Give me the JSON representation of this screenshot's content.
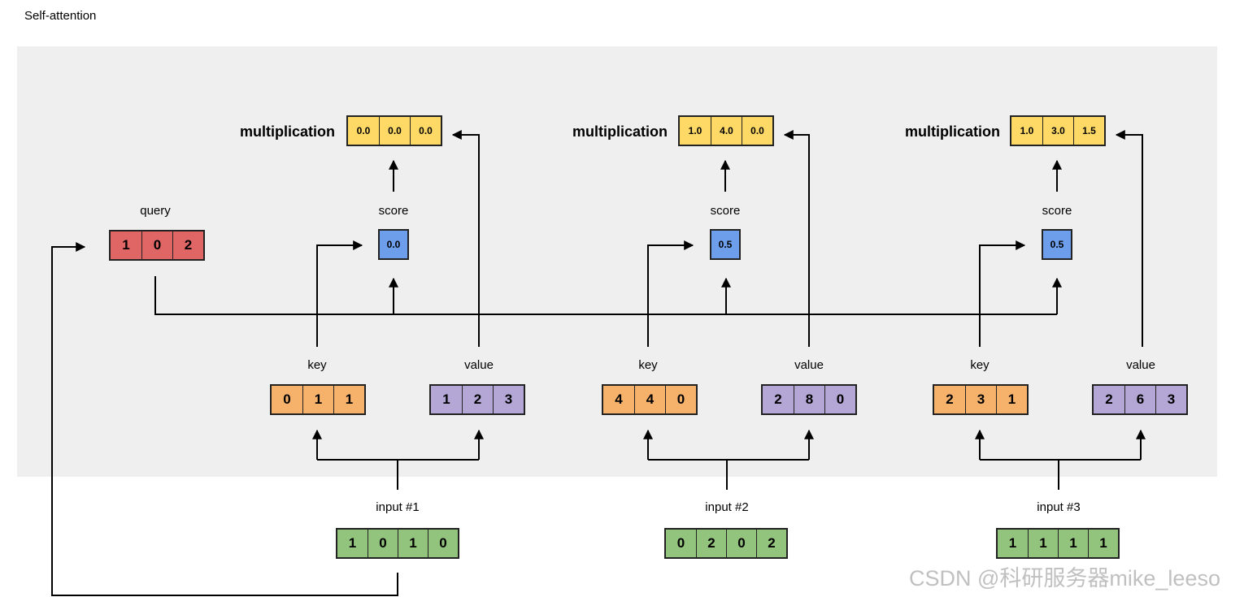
{
  "title": "Self-attention",
  "labels": {
    "query": "query",
    "score": "score",
    "key": "key",
    "value": "value",
    "multiplication": "multiplication"
  },
  "query": [
    "1",
    "0",
    "2"
  ],
  "groups": [
    {
      "input_label": "input #1",
      "input": [
        "1",
        "0",
        "1",
        "0"
      ],
      "key": [
        "0",
        "1",
        "1"
      ],
      "value": [
        "1",
        "2",
        "3"
      ],
      "score": "0.0",
      "multiplication": [
        "0.0",
        "0.0",
        "0.0"
      ]
    },
    {
      "input_label": "input #2",
      "input": [
        "0",
        "2",
        "0",
        "2"
      ],
      "key": [
        "4",
        "4",
        "0"
      ],
      "value": [
        "2",
        "8",
        "0"
      ],
      "score": "0.5",
      "multiplication": [
        "1.0",
        "4.0",
        "0.0"
      ]
    },
    {
      "input_label": "input #3",
      "input": [
        "1",
        "1",
        "1",
        "1"
      ],
      "key": [
        "2",
        "3",
        "1"
      ],
      "value": [
        "2",
        "6",
        "3"
      ],
      "score": "0.5",
      "multiplication": [
        "1.0",
        "3.0",
        "1.5"
      ]
    }
  ],
  "colors": {
    "query": "#e06666",
    "key": "#f6b26b",
    "value": "#b4a7d6",
    "score": "#6d9eeb",
    "multiplication": "#ffd966",
    "input": "#93c47d",
    "panel": "#efefef"
  },
  "watermark": "CSDN @科研服务器mike_leeso"
}
